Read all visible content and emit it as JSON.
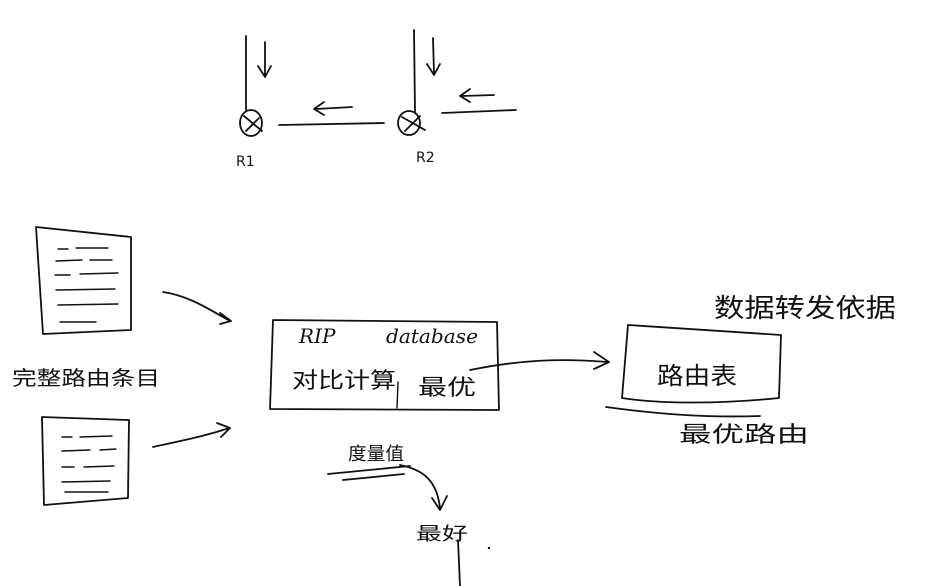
{
  "network": {
    "router1_label": "R1",
    "router2_label": "R2"
  },
  "left": {
    "full_route_label": "完整路由条目"
  },
  "process_box": {
    "rip_label": "RIP",
    "database_label": "database",
    "compute_label": "对比计算",
    "best_label": "最优",
    "cost_label": "度量值",
    "metric_label": "最好"
  },
  "route_table": {
    "title": "路由表",
    "forwarding_label": "数据转发依据",
    "best_route_label": "最优路由"
  }
}
